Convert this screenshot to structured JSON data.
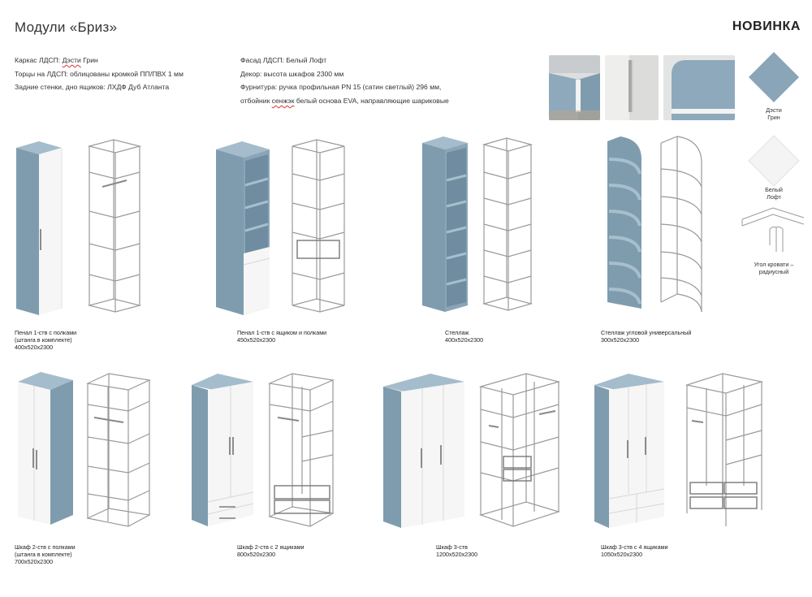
{
  "header": {
    "title": "Модули «Бриз»",
    "badge": "НОВИНКА"
  },
  "specs": {
    "left": {
      "line1_prefix": "Каркас ЛДСП: ",
      "line1_error": "Дэсти",
      "line1_suffix": " Грин",
      "line2": "Торцы на ЛДСП: облицованы кромкой ПП/ПВХ 1 мм",
      "line3": "Задние стенки, дно ящиков: ЛХДФ Дуб Атланта"
    },
    "right": {
      "line1": "Фасад ЛДСП: Белый Лофт",
      "line2": "Декор: высота шкафов 2300 мм",
      "line3": "Фурнитура: ручка профильная PN 15 (сатин светлый) 296 мм,",
      "line4_prefix": "отбойник ",
      "line4_error": "сенжэк",
      "line4_suffix": " белый основа EVA, направляющие шариковые"
    }
  },
  "swatches": [
    {
      "label": "Дэсти\nГрин",
      "color": "#8aa5b8"
    },
    {
      "label": "Белый\nЛофт",
      "color": "#f4f4f4"
    },
    {
      "label": "Угол кровати –\nрадиусный",
      "color": "#c8c8c8"
    }
  ],
  "colors": {
    "carcass": "#8aa5b8",
    "carcass_dark": "#6f8ca1",
    "facade": "#f6f6f6",
    "frame": "#9a9a9a"
  },
  "products": [
    {
      "name": "Пенал 1-ств с полками\n(штанга в комплекте)",
      "size": "400х520х2300"
    },
    {
      "name": "Пенал 1-ств с ящиком и полками",
      "size": "450х520х2300"
    },
    {
      "name": "Стеллаж",
      "size": "400х520х2300"
    },
    {
      "name": "Стеллаж угловой универсальный",
      "size": "300х520х2300"
    },
    {
      "name": "Шкаф 2-ств с полками\n(штанга в комплекте)",
      "size": "700х520х2300"
    },
    {
      "name": "Шкаф 2-ств с 2 ящиками",
      "size": "800х520х2300"
    },
    {
      "name": "Шкаф 3-ств",
      "size": "1200х520х2300"
    },
    {
      "name": "Шкаф 3-ств с 4 ящиками",
      "size": "1050х520х2300"
    }
  ]
}
